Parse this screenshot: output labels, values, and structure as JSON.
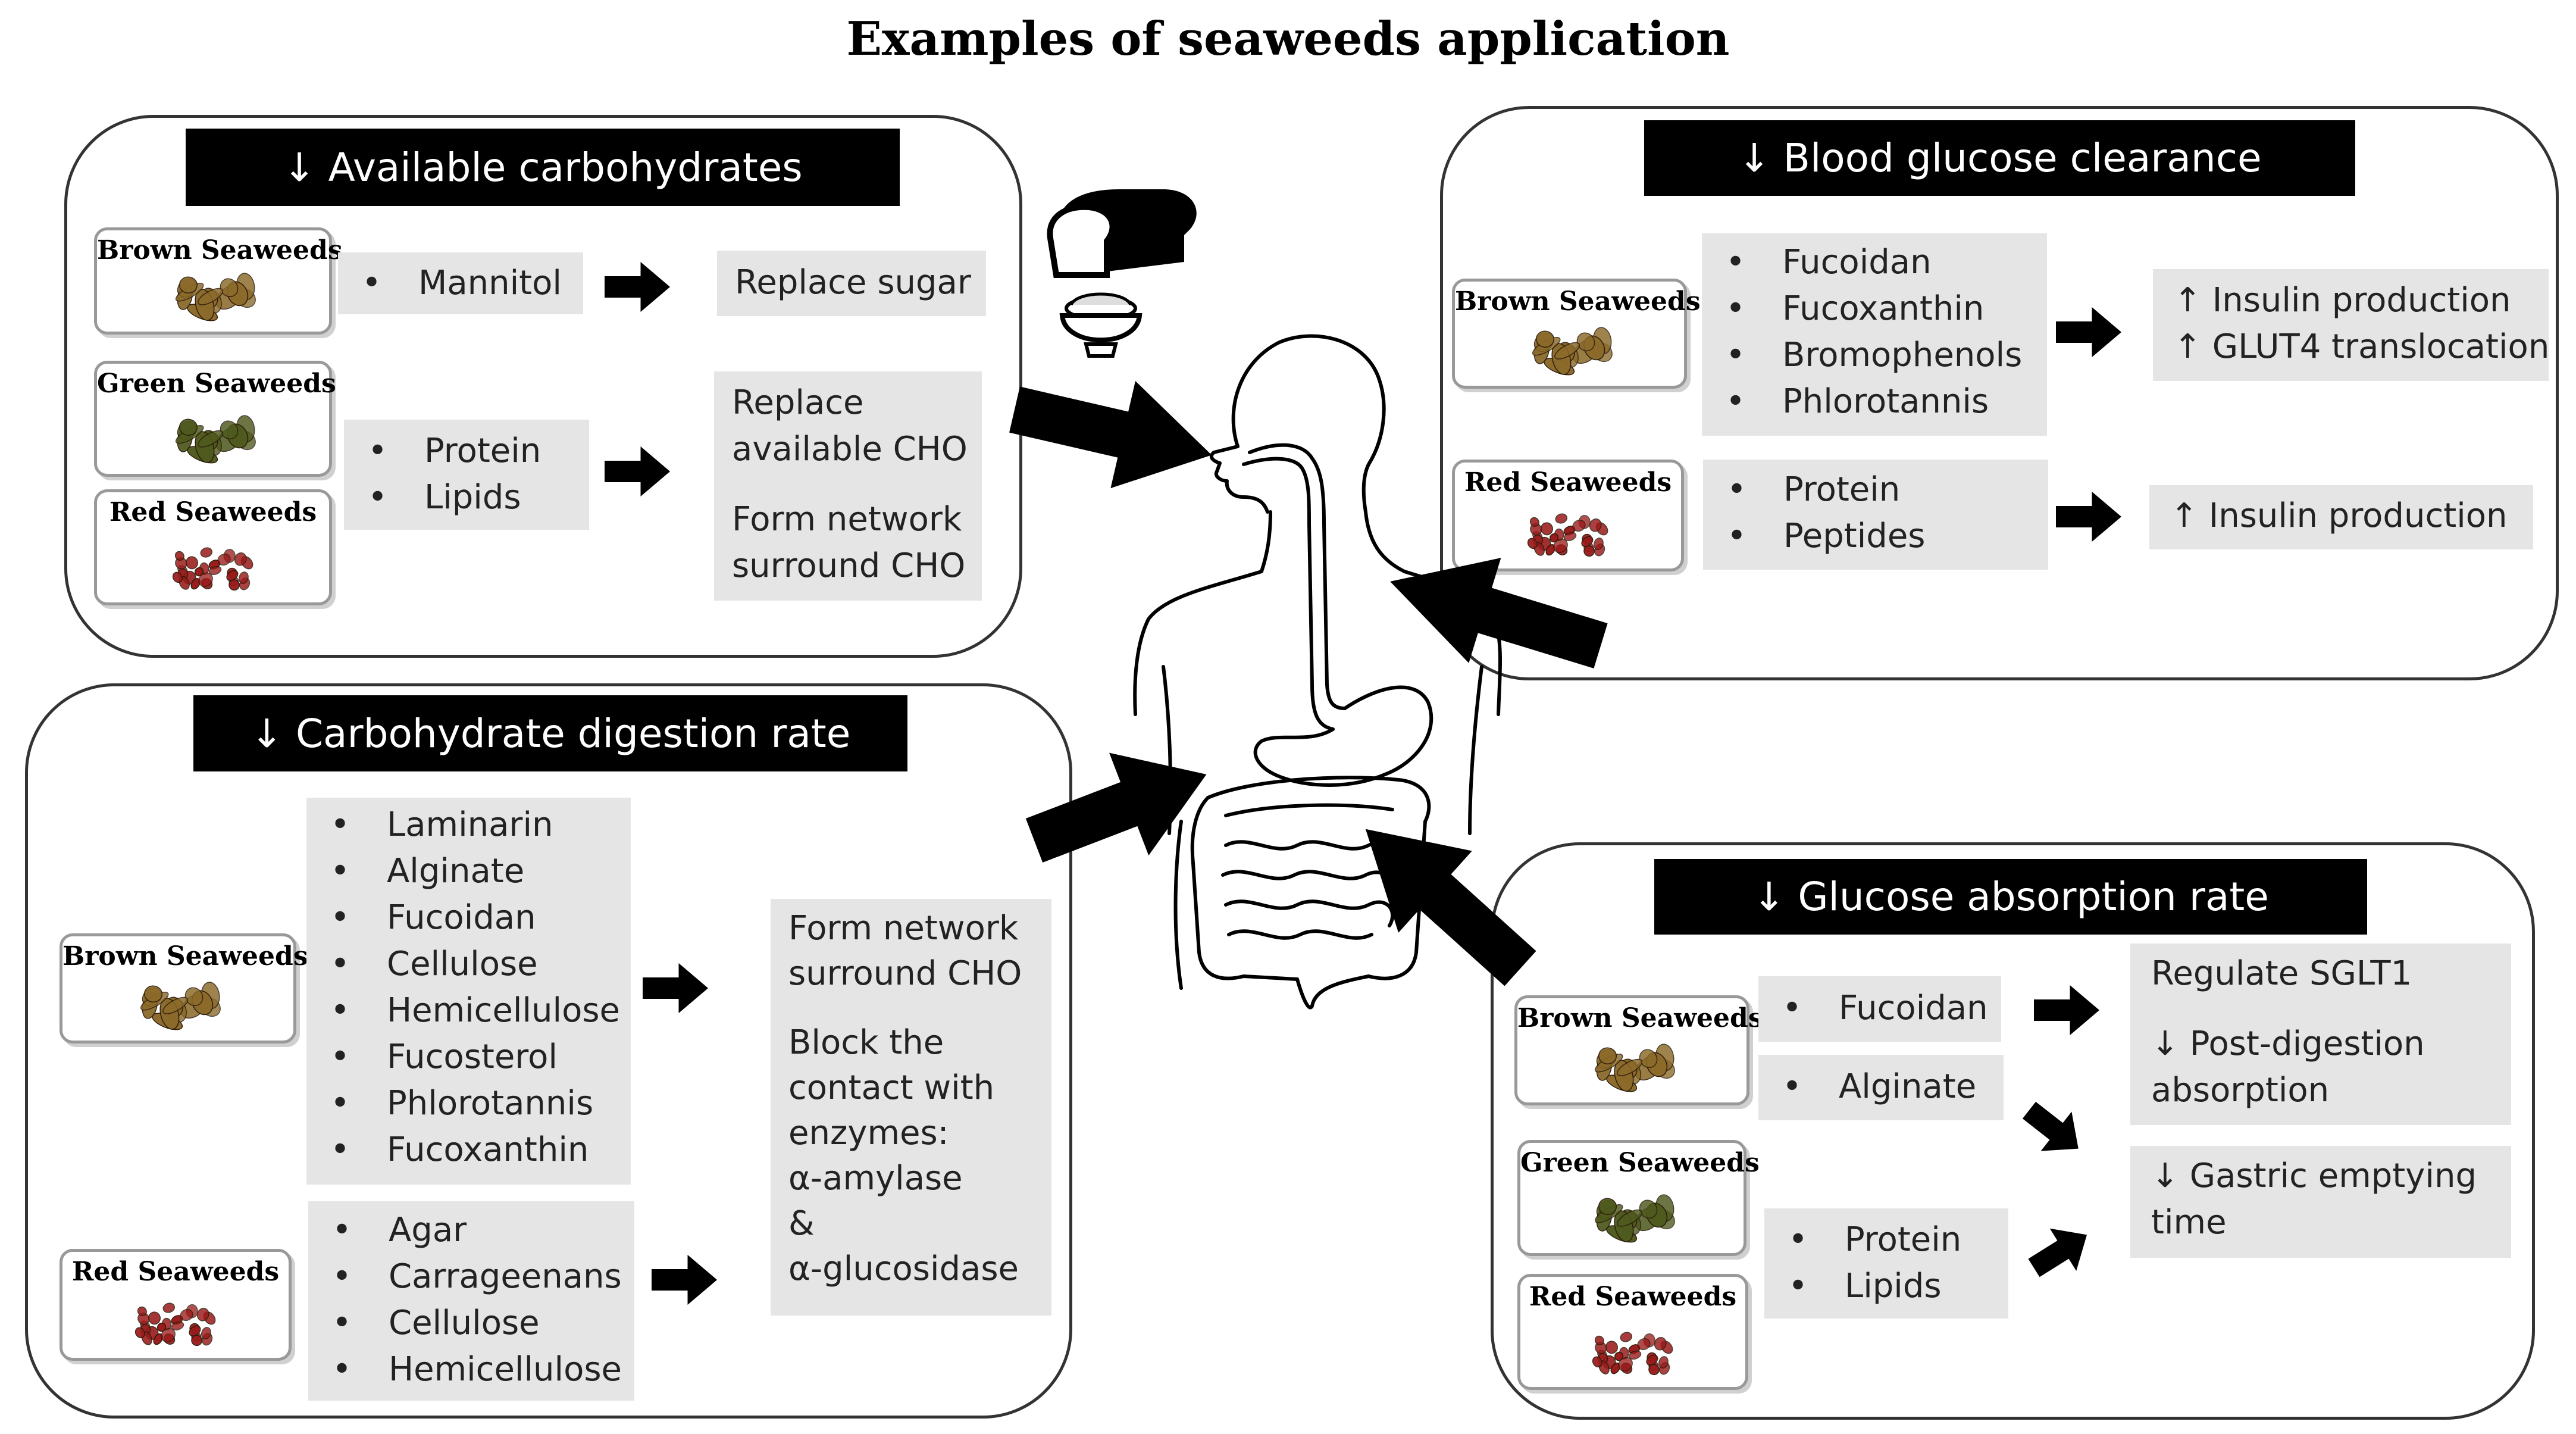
{
  "title": "Examples of seaweeds application",
  "colors": {
    "header_bar": "#000000",
    "text_box": "#e5e5e5",
    "brown_seaweed": "#8b6a2a",
    "green_seaweed": "#4f5a1e",
    "red_seaweed": "#9a1a1a"
  },
  "panels": {
    "available_carbohydrates": {
      "heading": "↓ Available carbohydrates",
      "seaweeds": {
        "brown": "Brown Seaweeds",
        "green": "Green Seaweeds",
        "red": "Red Seaweeds"
      },
      "brown_compounds": [
        "Mannitol"
      ],
      "brown_effect": "Replace sugar",
      "green_red_compounds": [
        "Protein",
        "Lipids"
      ],
      "green_red_effects": [
        "Replace",
        "available CHO",
        "Form network",
        "surround CHO"
      ]
    },
    "blood_glucose_clearance": {
      "heading": "↓ Blood glucose clearance",
      "seaweeds": {
        "brown": "Brown Seaweeds",
        "red": "Red Seaweeds"
      },
      "brown_compounds": [
        "Fucoidan",
        "Fucoxanthin",
        "Bromophenols",
        "Phlorotannis"
      ],
      "brown_effects": [
        "↑ Insulin production",
        "↑ GLUT4 translocation"
      ],
      "red_compounds": [
        "Protein",
        "Peptides"
      ],
      "red_effects": [
        "↑ Insulin production"
      ]
    },
    "carbohydrate_digestion_rate": {
      "heading": "↓ Carbohydrate digestion rate",
      "seaweeds": {
        "brown": "Brown Seaweeds",
        "red": "Red Seaweeds"
      },
      "brown_compounds": [
        "Laminarin",
        "Alginate",
        "Fucoidan",
        "Cellulose",
        "Hemicellulose",
        "Fucosterol",
        "Phlorotannis",
        "Fucoxanthin"
      ],
      "red_compounds": [
        "Agar",
        "Carrageenans",
        "Cellulose",
        "Hemicellulose"
      ],
      "effects": [
        "Form network",
        "surround CHO",
        "Block the",
        "contact with",
        "enzymes:",
        "α-amylase",
        "&",
        "α-glucosidase"
      ]
    },
    "glucose_absorption_rate": {
      "heading": "↓ Glucose absorption rate",
      "seaweeds": {
        "brown": "Brown Seaweeds",
        "green": "Green Seaweeds",
        "red": "Red Seaweeds"
      },
      "compound_fucoidan": [
        "Fucoidan"
      ],
      "compound_alginate": [
        "Alginate"
      ],
      "compounds_protein_lipids": [
        "Protein",
        "Lipids"
      ],
      "effects_sglt1": [
        "Regulate SGLT1",
        "↓ Post-digestion",
        "absorption"
      ],
      "effects_gastric": [
        "↓  Gastric emptying",
        "time"
      ]
    }
  },
  "icons": [
    "bread-icon",
    "rice-bowl-icon",
    "human-digestive-system-icon",
    "arrow-icon",
    "seaweed-icon"
  ]
}
